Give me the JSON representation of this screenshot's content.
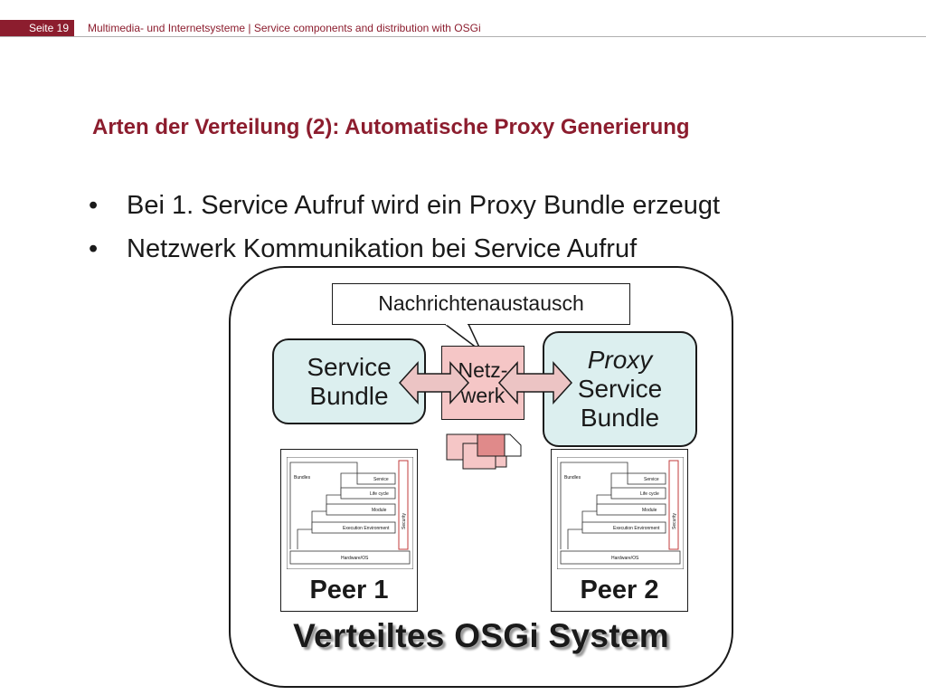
{
  "header": {
    "seite": "Seite 19",
    "text": "Multimedia- und Internetsysteme | Service components and distribution with OSGi"
  },
  "title": "Arten der Verteilung (2): Automatische Proxy Generierung",
  "bullets": [
    "Bei 1. Service Aufruf wird ein Proxy Bundle erzeugt",
    "Netzwerk Kommunikation bei Service Aufruf"
  ],
  "diagram": {
    "callout": "Nachrichtenaustausch",
    "service_bundle": {
      "line1": "Service",
      "line2": "Bundle"
    },
    "netz": {
      "line1": "Netz-",
      "line2": "werk"
    },
    "proxy_bundle": {
      "line1": "Proxy",
      "line2": "Service",
      "line3": "Bundle"
    },
    "peer1": "Peer 1",
    "peer2": "Peer 2",
    "system_label": "Verteiltes OSGi System",
    "osgi_layers": {
      "bundles": "Bundles",
      "service": "Service",
      "life_cycle": "Life cycle",
      "module": "Module",
      "execution_environment": "Execution Environment",
      "hardware_os": "Hardware/OS",
      "security": "Security"
    }
  },
  "colors": {
    "accent": "#8c1d2e",
    "bundle_fill": "#dcefef",
    "netz_fill": "#f5c6c6",
    "arrow_fill": "#ecc4c4"
  }
}
